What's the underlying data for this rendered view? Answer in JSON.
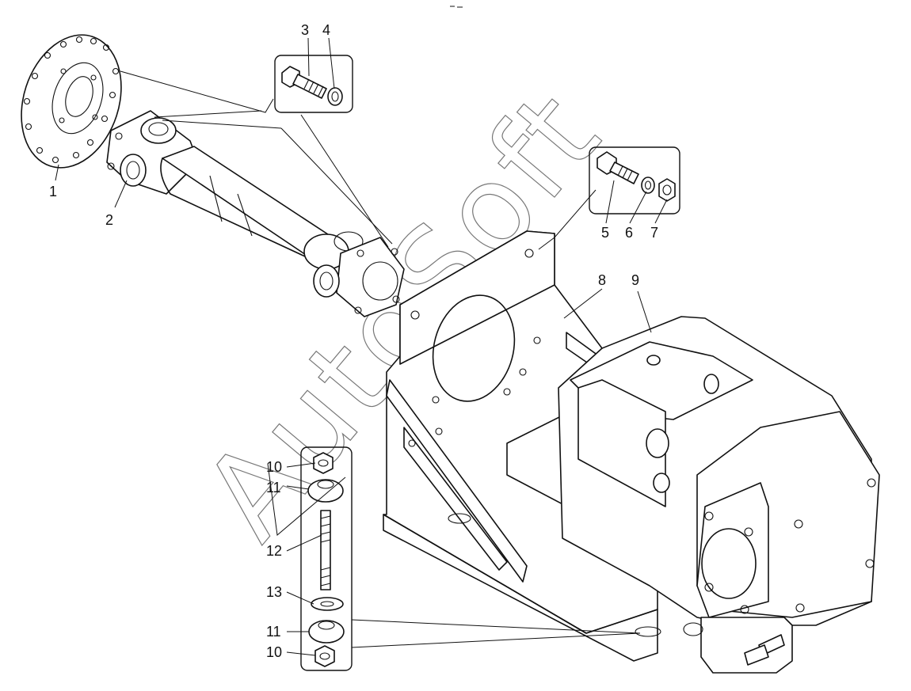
{
  "watermark": "AutoSoft",
  "callouts": {
    "c1": "1",
    "c2": "2",
    "c3": "3",
    "c4": "4",
    "c5": "5",
    "c6": "6",
    "c7": "7",
    "c8": "8",
    "c9": "9",
    "c10a": "10",
    "c11a": "11",
    "c12": "12",
    "c13": "13",
    "c11b": "11",
    "c10b": "10"
  }
}
